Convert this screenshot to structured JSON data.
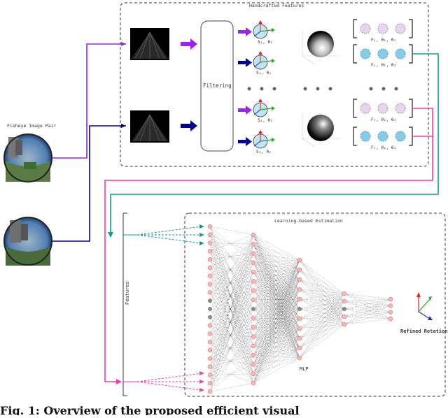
{
  "labels": {
    "top_panel_title": "Handcrafted Features",
    "input_label": "Fisheye Image Pair",
    "filtering": "Filtering",
    "learning_panel_title": "Learning-based Estimation",
    "features": "Features",
    "mlp": "MLP",
    "refined_rotation": "Refined Rotation"
  },
  "math_labels": {
    "s1": "S₁, θ₁",
    "s2": "S₂, θ₂",
    "s3": "S₁, θ₁",
    "s4": "S₂, θ₂",
    "f1": "F₁, θ₁, θ₂",
    "f2": "F₁, θ₁, θ₂",
    "f3": "F₂, θ₁, θ₂",
    "f4": "F₂, θ₁, θ₂"
  },
  "caption": "Fig. 1:  Overview of the proposed efficient visual",
  "colors": {
    "purple": "#a020f0",
    "navy": "#00008b",
    "teal": "#129a95",
    "magenta": "#ee3fa0",
    "node_red": "#ffb3b3",
    "node_gray": "#888888",
    "lilac": "#e6d5ec",
    "cyan": "#87cdeb"
  }
}
